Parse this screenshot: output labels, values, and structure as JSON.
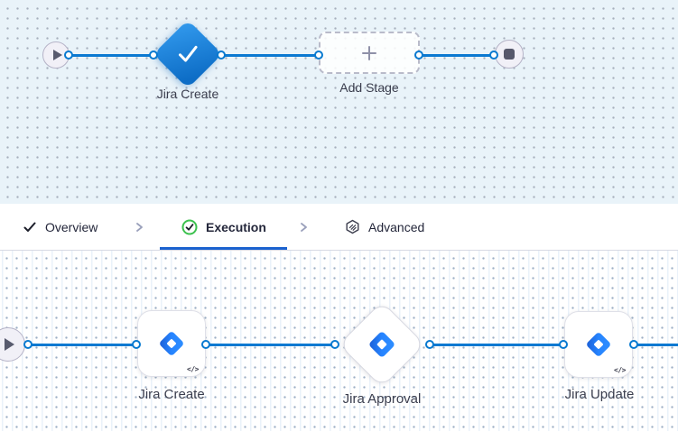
{
  "top_canvas": {
    "stage": {
      "label": "Jira Create"
    },
    "add_stage": {
      "label": "Add Stage"
    }
  },
  "tab_bar": {
    "tabs": [
      {
        "label": "Overview",
        "icon": "check-icon",
        "active": false
      },
      {
        "label": "Execution",
        "icon": "check-circle-icon",
        "active": true
      },
      {
        "label": "Advanced",
        "icon": "hexagon-icon",
        "active": false
      }
    ],
    "separator_icon": "chevron-right-icon",
    "active_underline_color": "#1b62cf"
  },
  "bottom_canvas": {
    "steps": [
      {
        "label": "Jira Create",
        "type": "step-card",
        "badge": "</>"
      },
      {
        "label": "Jira Approval",
        "type": "approval-diamond",
        "badge": ""
      },
      {
        "label": "Jira Update",
        "type": "step-card",
        "badge": "</>"
      }
    ]
  },
  "colors": {
    "connector": "#0b79d1",
    "selected_stage_blue": "#1375cf",
    "top_canvas_bg": "#e9f3f9",
    "success_green": "#3cc14e"
  }
}
